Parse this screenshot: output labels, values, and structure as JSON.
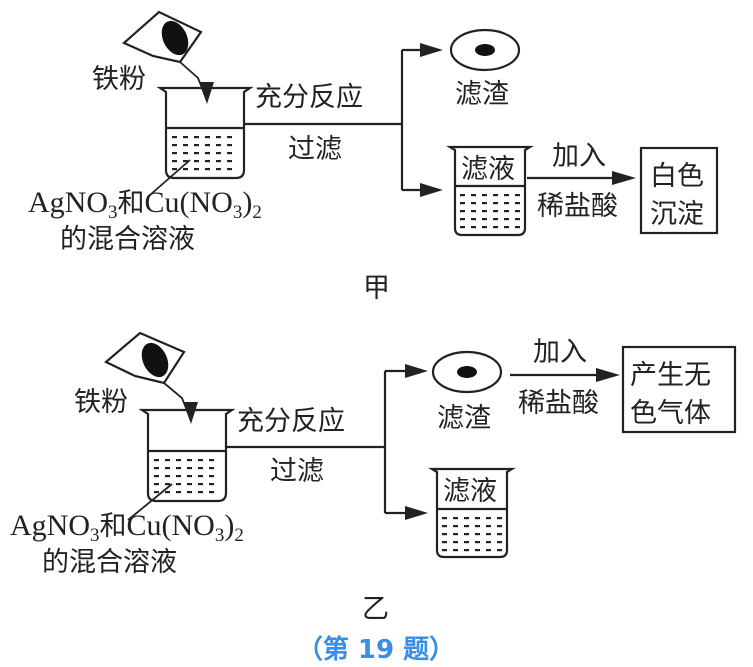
{
  "figure_a": {
    "label": "甲",
    "reagent_label": "铁粉",
    "solution_formula": {
      "part1": "AgNO",
      "sub1": "3",
      "joiner": "和",
      "part2": "Cu(NO",
      "sub2": "3",
      "part3": ")",
      "sub3": "2"
    },
    "solution_label": "的混合溶液",
    "process_top": "充分反应",
    "process_bottom": "过滤",
    "residue_label": "滤渣",
    "filtrate_label": "滤液",
    "add_top": "加入",
    "add_bottom": "稀盐酸",
    "result_line1": "白色",
    "result_line2": "沉淀"
  },
  "figure_b": {
    "label": "乙",
    "reagent_label": "铁粉",
    "solution_formula": {
      "part1": "AgNO",
      "sub1": "3",
      "joiner": "和",
      "part2": "Cu(NO",
      "sub2": "3",
      "part3": ")",
      "sub3": "2"
    },
    "solution_label": "的混合溶液",
    "process_top": "充分反应",
    "process_bottom": "过滤",
    "residue_label": "滤渣",
    "filtrate_label": "滤液",
    "add_top": "加入",
    "add_bottom": "稀盐酸",
    "result_line1": "产生无",
    "result_line2": "色气体"
  },
  "caption": {
    "text": "（第 19 题）",
    "color": "#3a8ee6"
  }
}
